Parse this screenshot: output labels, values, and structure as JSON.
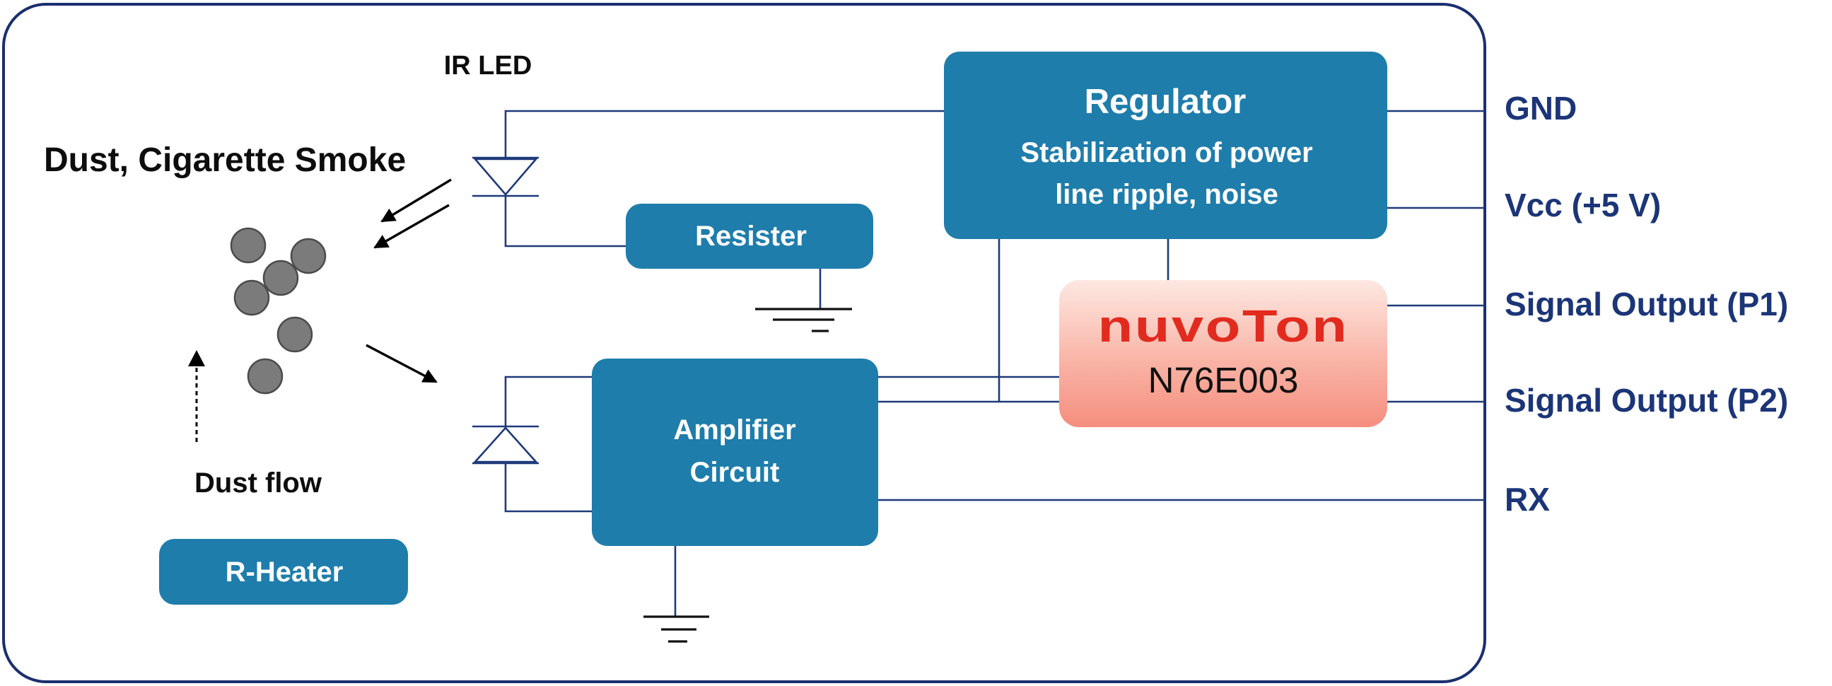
{
  "labels": {
    "ir_led": "IR LED",
    "dust_title": "Dust, Cigarette Smoke",
    "dust_flow": "Dust flow"
  },
  "blocks": {
    "regulator_title": "Regulator",
    "regulator_line1": "Stabilization of power",
    "regulator_line2": "line ripple, noise",
    "resister": "Resister",
    "amplifier_line1": "Amplifier",
    "amplifier_line2": "Circuit",
    "heater": "R-Heater"
  },
  "mcu": {
    "brand": "nuvoTon",
    "part": "N76E003"
  },
  "pins": {
    "gnd": "GND",
    "vcc": "Vcc (+5 V)",
    "p1": "Signal Output (P1)",
    "p2": "Signal Output (P2)",
    "rx": "RX"
  },
  "colors": {
    "block_blue": "#1e7dab",
    "frame_navy": "#1b2f6e",
    "wire_navy": "#1f3a7a",
    "brand_red": "#e22b1f",
    "particle_gray": "#7b7b7b"
  }
}
